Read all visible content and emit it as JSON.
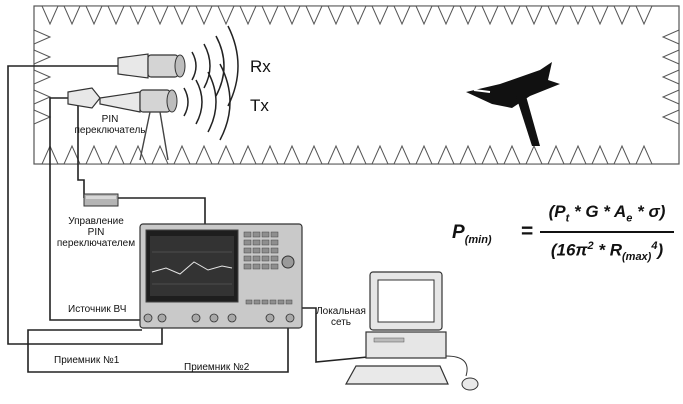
{
  "labels": {
    "rx": "Rx",
    "tx": "Tx",
    "pin_switch": [
      "PIN",
      "переключатель"
    ],
    "pin_control": [
      "Управление",
      "PIN",
      "переключателем"
    ],
    "rf_source": "Источник ВЧ",
    "receiver1": "Приемник №1",
    "receiver2": "Приемник №2",
    "lan": [
      "Локальная",
      "сеть"
    ]
  },
  "formula": {
    "lhs": "P(min)",
    "eq": "=",
    "numerator": "(Pt * G * Ae * σ)",
    "denominator": "(16π2 * R(max)4)"
  }
}
